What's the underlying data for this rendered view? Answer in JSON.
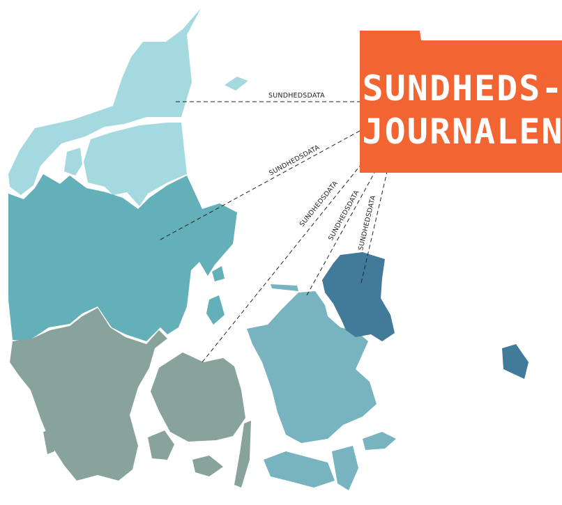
{
  "colors": {
    "nordjylland": "#a3d9df",
    "midtjylland": "#64b0b8",
    "syddanmark": "#88a39b",
    "sjaelland": "#78b3c0",
    "hovedstaden": "#417b99",
    "folder": "#f26533",
    "folder_text": "#ffffff",
    "arrow": "#222222",
    "label": "#222222"
  },
  "folder": {
    "line1": "SUNDHEDS-",
    "line2": "JOURNALEN"
  },
  "flows": [
    {
      "label": "SUNDHEDSDATA",
      "from_region": "Nordjylland"
    },
    {
      "label": "SUNDHEDSDATA",
      "from_region": "Midtjylland"
    },
    {
      "label": "SUNDHEDSDATA",
      "from_region": "Syddanmark"
    },
    {
      "label": "SUNDHEDSDATA",
      "from_region": "Sjælland"
    },
    {
      "label": "SUNDHEDSDATA",
      "from_region": "Hovedstaden"
    }
  ]
}
